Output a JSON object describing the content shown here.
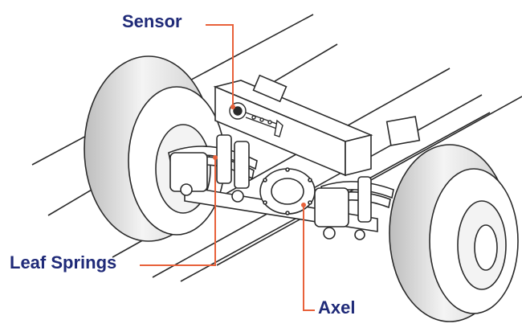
{
  "diagram": {
    "labels": {
      "sensor": "Sensor",
      "leaf_springs": "Leaf Springs",
      "axel": "Axel"
    }
  },
  "colors": {
    "label_text": "#1f2a78",
    "leader_line": "#e8613a",
    "line_art": "#2a2a2a",
    "fill": "#ffffff",
    "tire_shade": "#d9d9d9"
  },
  "icons": [
    "tire-icon",
    "wheel-hub-icon",
    "axle-housing-icon",
    "sensor-unit-icon",
    "leaf-spring-icon",
    "frame-rail-icon"
  ]
}
